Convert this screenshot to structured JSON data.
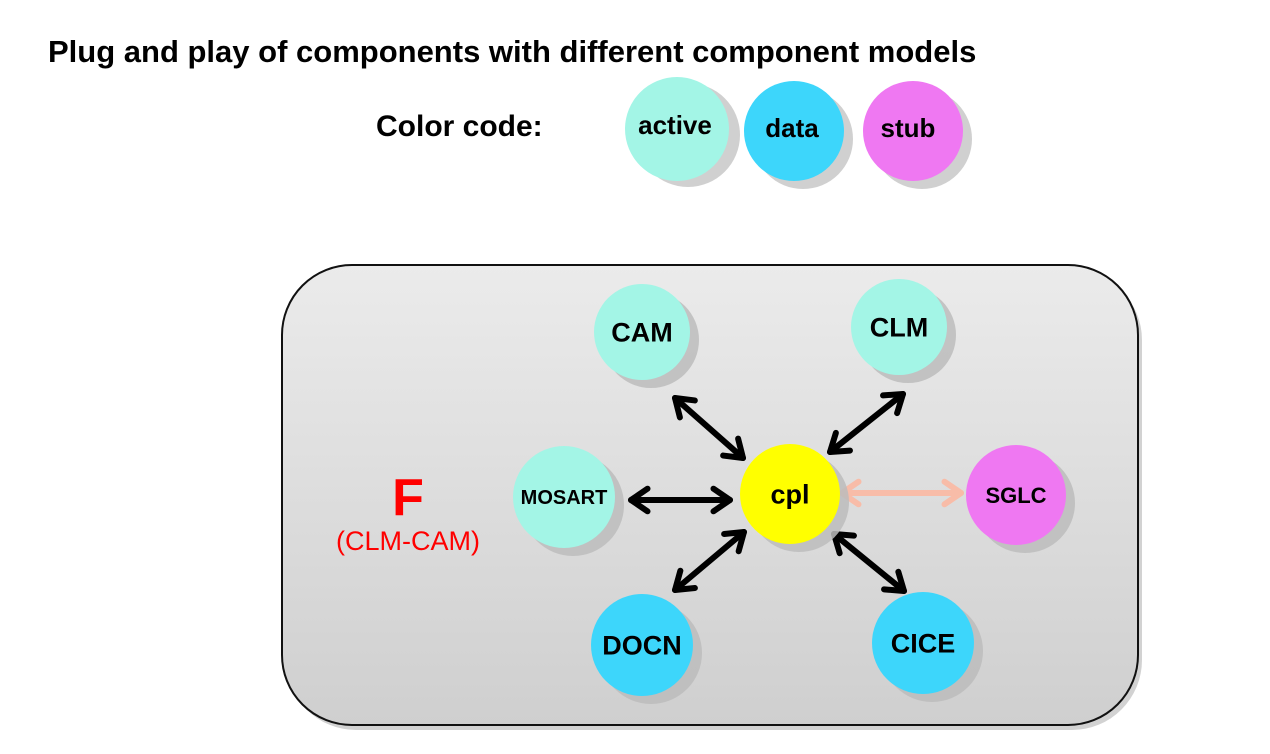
{
  "title": "Plug and play of components with different component models",
  "legend": {
    "label": "Color code:",
    "items": [
      {
        "label": "active",
        "color": "#a3f5e6"
      },
      {
        "label": "data",
        "color": "#3dd6fb"
      },
      {
        "label": "stub",
        "color": "#ef78f2"
      }
    ]
  },
  "config": {
    "letter": "F",
    "subtitle": "(CLM-CAM)",
    "label_color": "#ff0000",
    "panel_fill": "#dedede"
  },
  "nodes": {
    "cam": {
      "label": "CAM",
      "kind": "active"
    },
    "clm": {
      "label": "CLM",
      "kind": "active"
    },
    "mosart": {
      "label": "MOSART",
      "kind": "active"
    },
    "cpl": {
      "label": "cpl",
      "kind": "coupler",
      "color": "#ffff00"
    },
    "sglc": {
      "label": "SGLC",
      "kind": "stub"
    },
    "docn": {
      "label": "DOCN",
      "kind": "data"
    },
    "cice": {
      "label": "CICE",
      "kind": "data"
    }
  },
  "connections": [
    {
      "from": "cpl",
      "to": "cam",
      "color": "#000000"
    },
    {
      "from": "cpl",
      "to": "clm",
      "color": "#000000"
    },
    {
      "from": "cpl",
      "to": "mosart",
      "color": "#000000"
    },
    {
      "from": "cpl",
      "to": "sglc",
      "color": "#f8bca8"
    },
    {
      "from": "cpl",
      "to": "docn",
      "color": "#000000"
    },
    {
      "from": "cpl",
      "to": "cice",
      "color": "#000000"
    }
  ]
}
